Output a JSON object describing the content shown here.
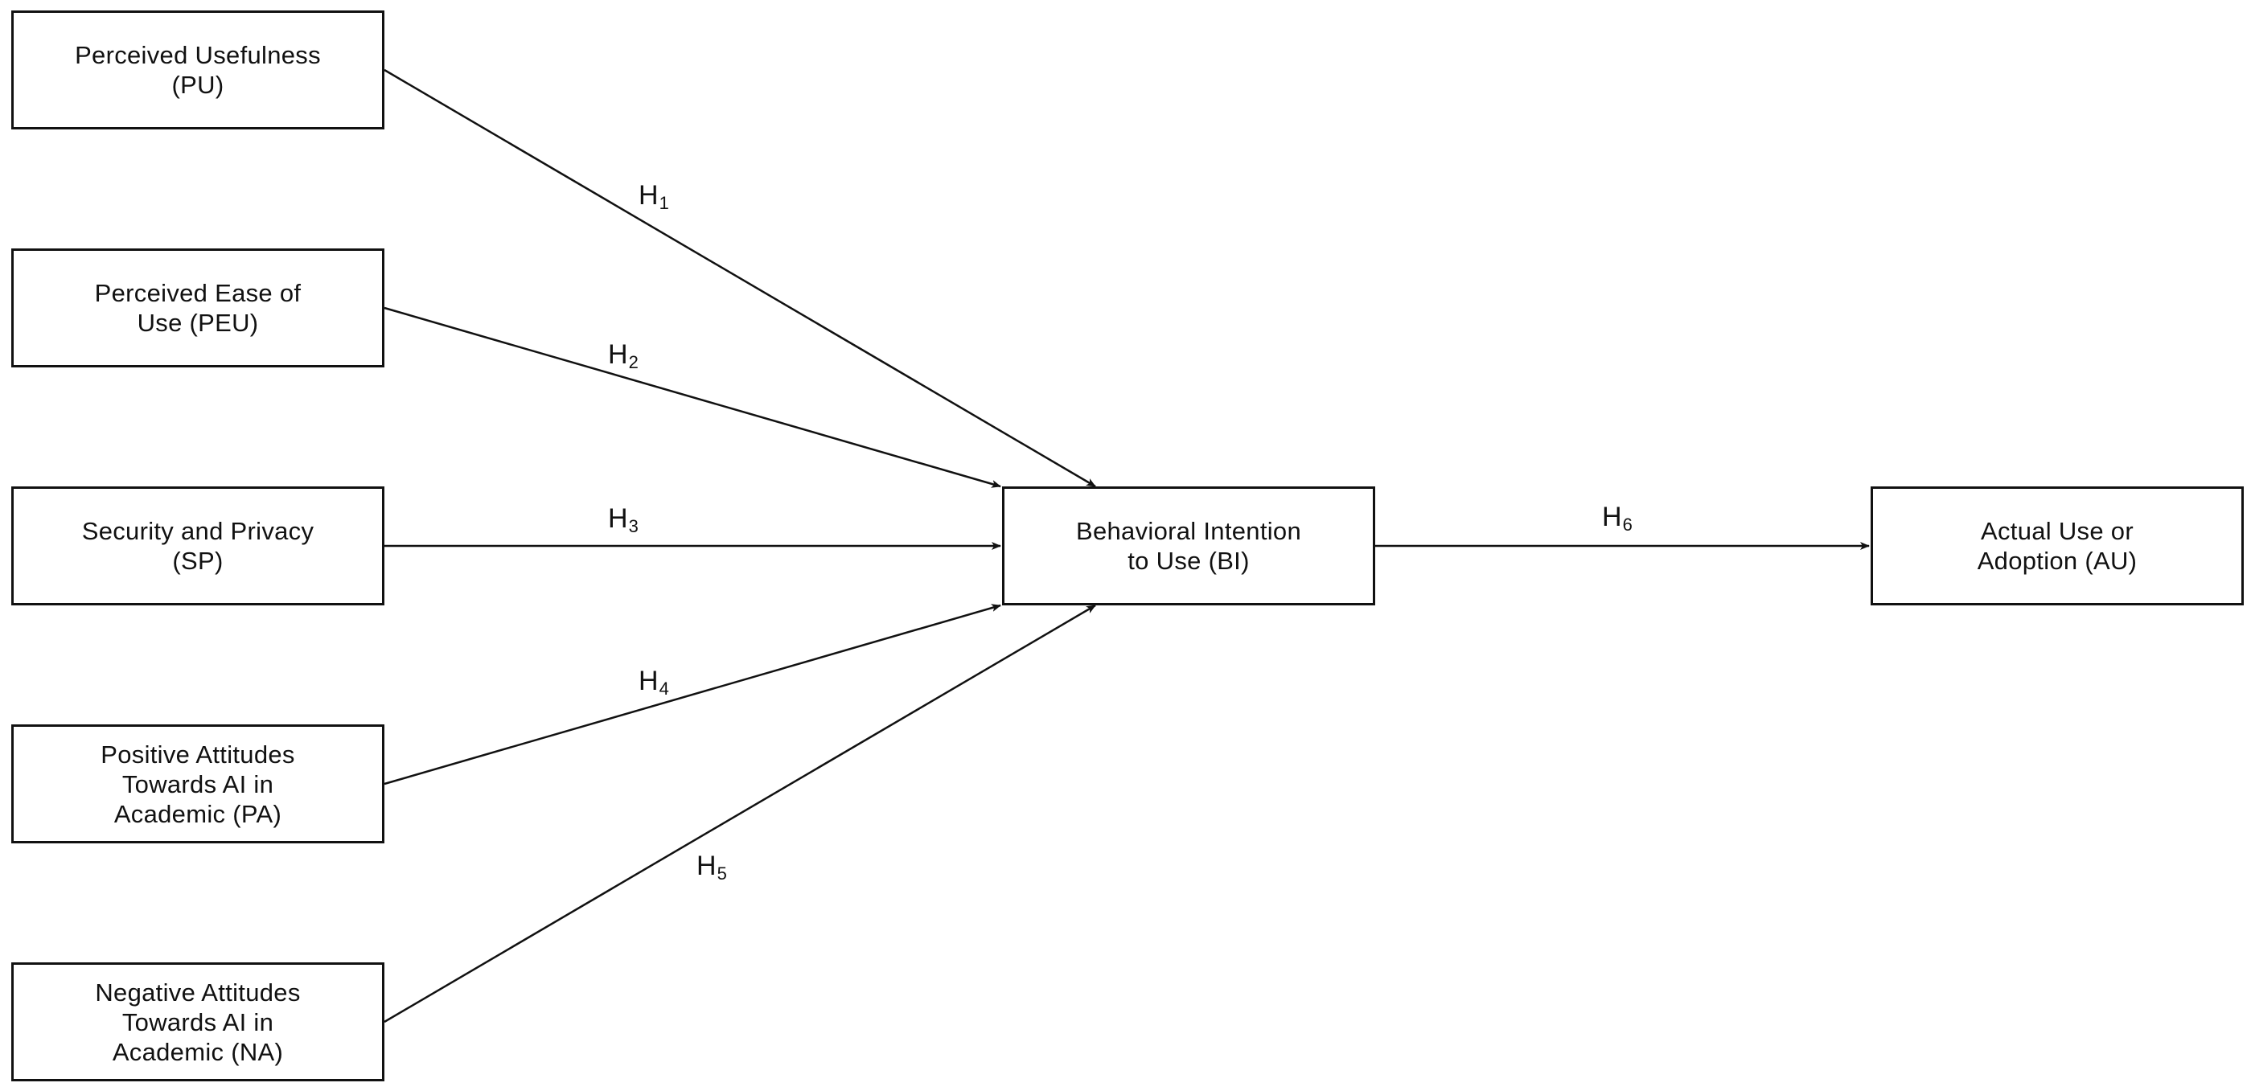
{
  "nodes": {
    "pu": {
      "label": "Perceived Usefulness\n(PU)"
    },
    "peu": {
      "label": "Perceived Ease of\nUse (PEU)"
    },
    "sp": {
      "label": "Security and Privacy\n(SP)"
    },
    "pa": {
      "label": "Positive Attitudes\nTowards AI in\nAcademic (PA)"
    },
    "na": {
      "label": "Negative Attitudes\nTowards AI in\nAcademic (NA)"
    },
    "bi": {
      "label": "Behavioral Intention\nto Use (BI)"
    },
    "au": {
      "label": "Actual Use or\nAdoption (AU)"
    }
  },
  "hypotheses": {
    "h1": {
      "letter": "H",
      "index": "1"
    },
    "h2": {
      "letter": "H",
      "index": "2"
    },
    "h3": {
      "letter": "H",
      "index": "3"
    },
    "h4": {
      "letter": "H",
      "index": "4"
    },
    "h5": {
      "letter": "H",
      "index": "5"
    },
    "h6": {
      "letter": "H",
      "index": "6"
    }
  },
  "edges": [
    {
      "from": "pu",
      "to": "bi",
      "hypothesis": "h1"
    },
    {
      "from": "peu",
      "to": "bi",
      "hypothesis": "h2"
    },
    {
      "from": "sp",
      "to": "bi",
      "hypothesis": "h3"
    },
    {
      "from": "pa",
      "to": "bi",
      "hypothesis": "h4"
    },
    {
      "from": "na",
      "to": "bi",
      "hypothesis": "h5"
    },
    {
      "from": "bi",
      "to": "au",
      "hypothesis": "h6"
    }
  ],
  "colors": {
    "stroke": "#111111",
    "background": "#ffffff"
  }
}
